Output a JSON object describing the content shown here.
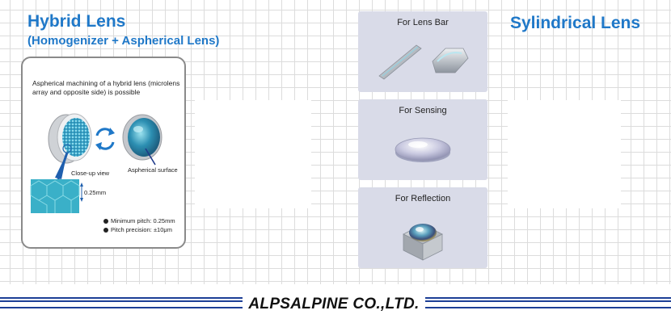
{
  "left": {
    "title": "Hybrid Lens",
    "subtitle": "(Homogenizer + Aspherical Lens)",
    "card": {
      "description": "Aspherical machining of a hybrid lens (microlens array and opposite side) is possible",
      "closeup_label": "Close-up view",
      "aspherical_label": "Aspherical surface",
      "dimension_label": "0.25mm",
      "bullets": [
        "Minimum pitch: 0.25mm",
        "Pitch precision: ±10μm"
      ]
    }
  },
  "right": {
    "title": "Sylindrical Lens",
    "panels": [
      {
        "label": "For Lens Bar"
      },
      {
        "label": "For Sensing"
      },
      {
        "label": "For Reflection"
      }
    ]
  },
  "footer": {
    "brand": "ALPSALPINE CO.,LTD."
  },
  "colors": {
    "title_blue": "#1f78c8",
    "brand_navy": "#1d3f96",
    "panel_bg": "#d9dbe8",
    "lens_cyan": "#4fb4d2"
  }
}
